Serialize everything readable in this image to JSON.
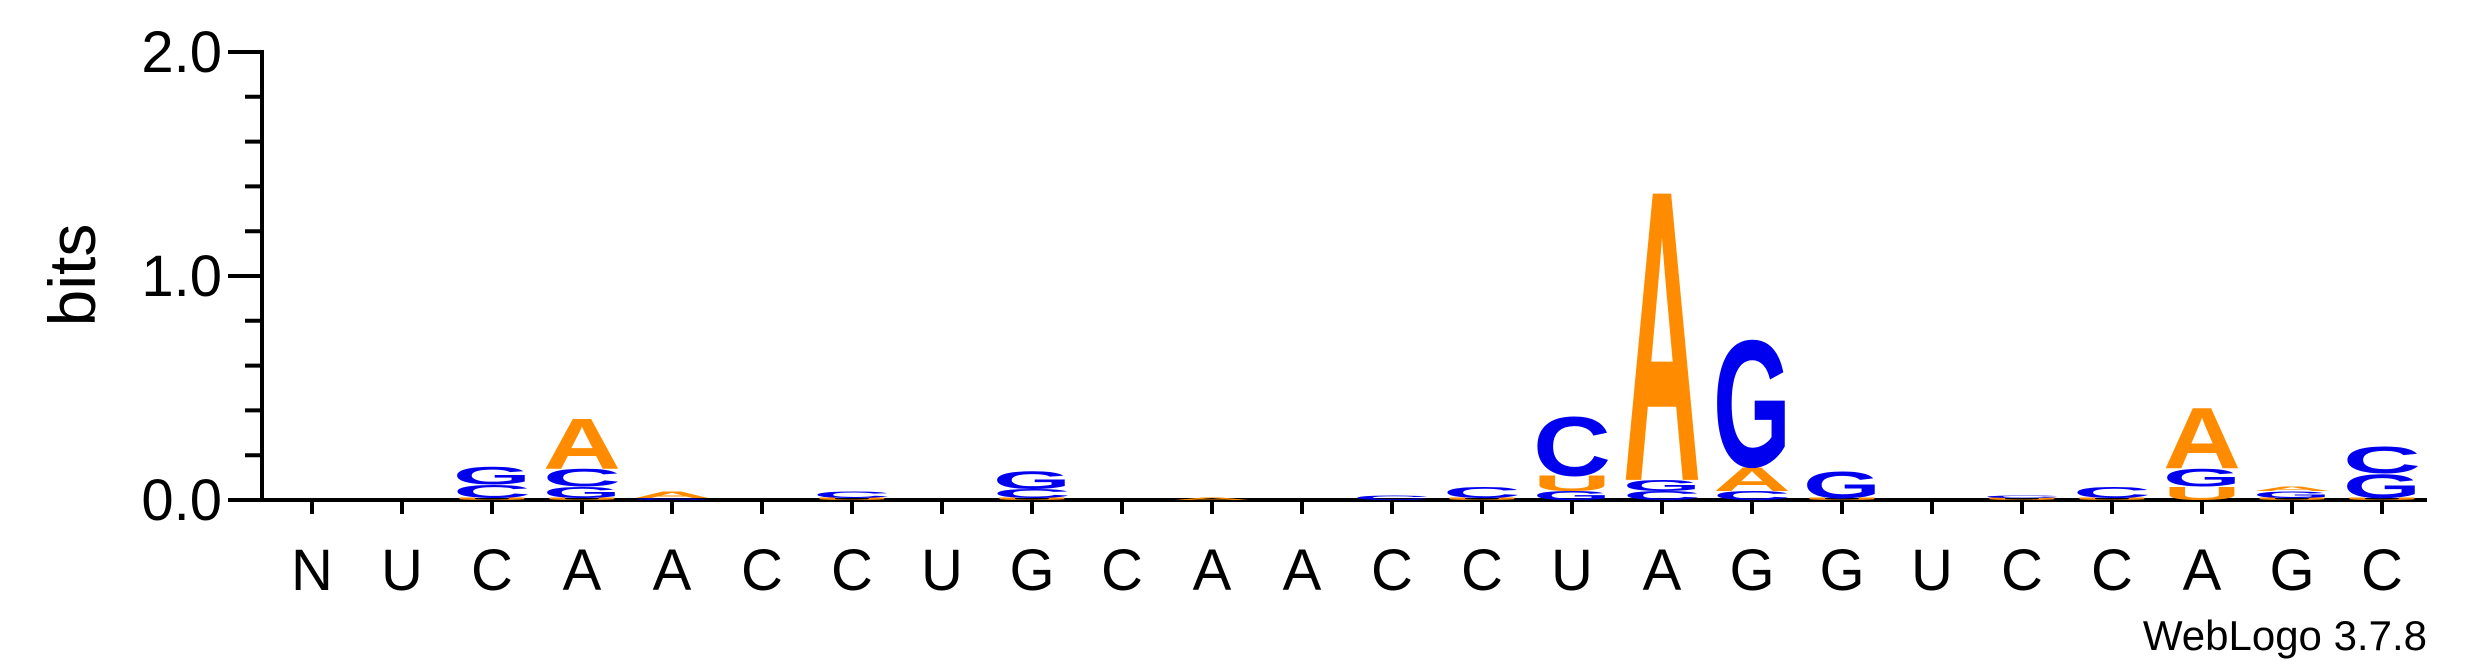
{
  "chart_data": {
    "type": "sequence-logo",
    "ylabel": "bits",
    "ylim": [
      0,
      2.0
    ],
    "yticks": [
      "0.0",
      "1.0",
      "2.0"
    ],
    "colors": {
      "A": "#ff8c00",
      "U": "#ff8c00",
      "C": "#0000ee",
      "G": "#0000ee"
    },
    "positions": [
      {
        "label": "N",
        "stack": []
      },
      {
        "label": "U",
        "stack": []
      },
      {
        "label": "C",
        "stack": [
          {
            "letter": "U",
            "bits": 0.01
          },
          {
            "letter": "C",
            "bits": 0.06
          },
          {
            "letter": "G",
            "bits": 0.08
          }
        ]
      },
      {
        "label": "A",
        "stack": [
          {
            "letter": "U",
            "bits": 0.01
          },
          {
            "letter": "G",
            "bits": 0.05
          },
          {
            "letter": "C",
            "bits": 0.08
          },
          {
            "letter": "A",
            "bits": 0.23
          }
        ]
      },
      {
        "label": "A",
        "stack": [
          {
            "letter": "G",
            "bits": 0.01
          },
          {
            "letter": "A",
            "bits": 0.03
          }
        ]
      },
      {
        "label": "C",
        "stack": []
      },
      {
        "label": "C",
        "stack": [
          {
            "letter": "U",
            "bits": 0.01
          },
          {
            "letter": "C",
            "bits": 0.03
          }
        ]
      },
      {
        "label": "U",
        "stack": []
      },
      {
        "label": "G",
        "stack": [
          {
            "letter": "U",
            "bits": 0.01
          },
          {
            "letter": "C",
            "bits": 0.04
          },
          {
            "letter": "G",
            "bits": 0.08
          }
        ]
      },
      {
        "label": "C",
        "stack": []
      },
      {
        "label": "A",
        "stack": [
          {
            "letter": "A",
            "bits": 0.01
          }
        ]
      },
      {
        "label": "A",
        "stack": []
      },
      {
        "label": "C",
        "stack": [
          {
            "letter": "C",
            "bits": 0.02
          }
        ]
      },
      {
        "label": "C",
        "stack": [
          {
            "letter": "U",
            "bits": 0.01
          },
          {
            "letter": "C",
            "bits": 0.05
          }
        ]
      },
      {
        "label": "U",
        "stack": [
          {
            "letter": "G",
            "bits": 0.04
          },
          {
            "letter": "U",
            "bits": 0.07
          },
          {
            "letter": "C",
            "bits": 0.27
          }
        ]
      },
      {
        "label": "A",
        "stack": [
          {
            "letter": "C",
            "bits": 0.04
          },
          {
            "letter": "G",
            "bits": 0.05
          },
          {
            "letter": "A",
            "bits": 1.33
          }
        ]
      },
      {
        "label": "G",
        "stack": [
          {
            "letter": "C",
            "bits": 0.04
          },
          {
            "letter": "A",
            "bits": 0.11
          },
          {
            "letter": "G",
            "bits": 0.58
          }
        ]
      },
      {
        "label": "G",
        "stack": [
          {
            "letter": "U",
            "bits": 0.01
          },
          {
            "letter": "G",
            "bits": 0.12
          }
        ]
      },
      {
        "label": "U",
        "stack": []
      },
      {
        "label": "C",
        "stack": [
          {
            "letter": "U",
            "bits": 0.01
          },
          {
            "letter": "C",
            "bits": 0.01
          }
        ]
      },
      {
        "label": "C",
        "stack": [
          {
            "letter": "U",
            "bits": 0.01
          },
          {
            "letter": "C",
            "bits": 0.05
          }
        ]
      },
      {
        "label": "A",
        "stack": [
          {
            "letter": "U",
            "bits": 0.06
          },
          {
            "letter": "G",
            "bits": 0.08
          },
          {
            "letter": "A",
            "bits": 0.28
          }
        ]
      },
      {
        "label": "G",
        "stack": [
          {
            "letter": "U",
            "bits": 0.01
          },
          {
            "letter": "G",
            "bits": 0.03
          },
          {
            "letter": "A",
            "bits": 0.02
          }
        ]
      },
      {
        "label": "C",
        "stack": [
          {
            "letter": "U",
            "bits": 0.01
          },
          {
            "letter": "G",
            "bits": 0.11
          },
          {
            "letter": "C",
            "bits": 0.12
          }
        ]
      }
    ]
  },
  "footer": {
    "version": "WebLogo 3.7.8"
  }
}
